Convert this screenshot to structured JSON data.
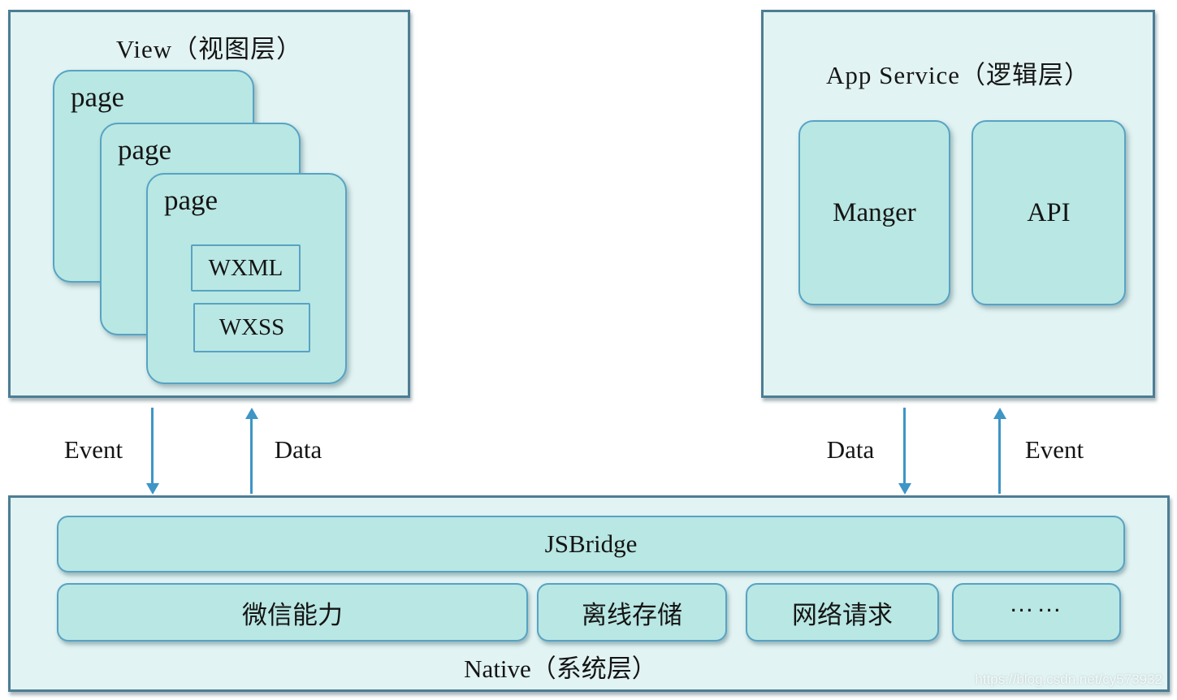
{
  "view_panel": {
    "title": "View（视图层）",
    "pages": [
      {
        "label": "page"
      },
      {
        "label": "page"
      },
      {
        "label": "page"
      }
    ],
    "wxml_label": "WXML",
    "wxss_label": "WXSS"
  },
  "app_service_panel": {
    "title": "App Service（逻辑层）",
    "boxes": [
      {
        "label": "Manger"
      },
      {
        "label": "API"
      }
    ]
  },
  "flow_labels": {
    "left_down": "Event",
    "left_up": "Data",
    "right_down": "Data",
    "right_up": "Event"
  },
  "native_panel": {
    "jsbridge_label": "JSBridge",
    "capabilities": [
      "微信能力",
      "离线存储",
      "网络请求",
      "……"
    ],
    "label": "Native（系统层）"
  },
  "watermark": "https://blog.csdn.net/cy573932",
  "colors": {
    "panel_fill": "#e1f3f2",
    "panel_border": "#4d7d94",
    "card_fill": "#b9e7e3",
    "card_border": "#57a3c4",
    "arrow": "#3e95c6",
    "text": "#141414",
    "page_background": "#ffffff"
  }
}
